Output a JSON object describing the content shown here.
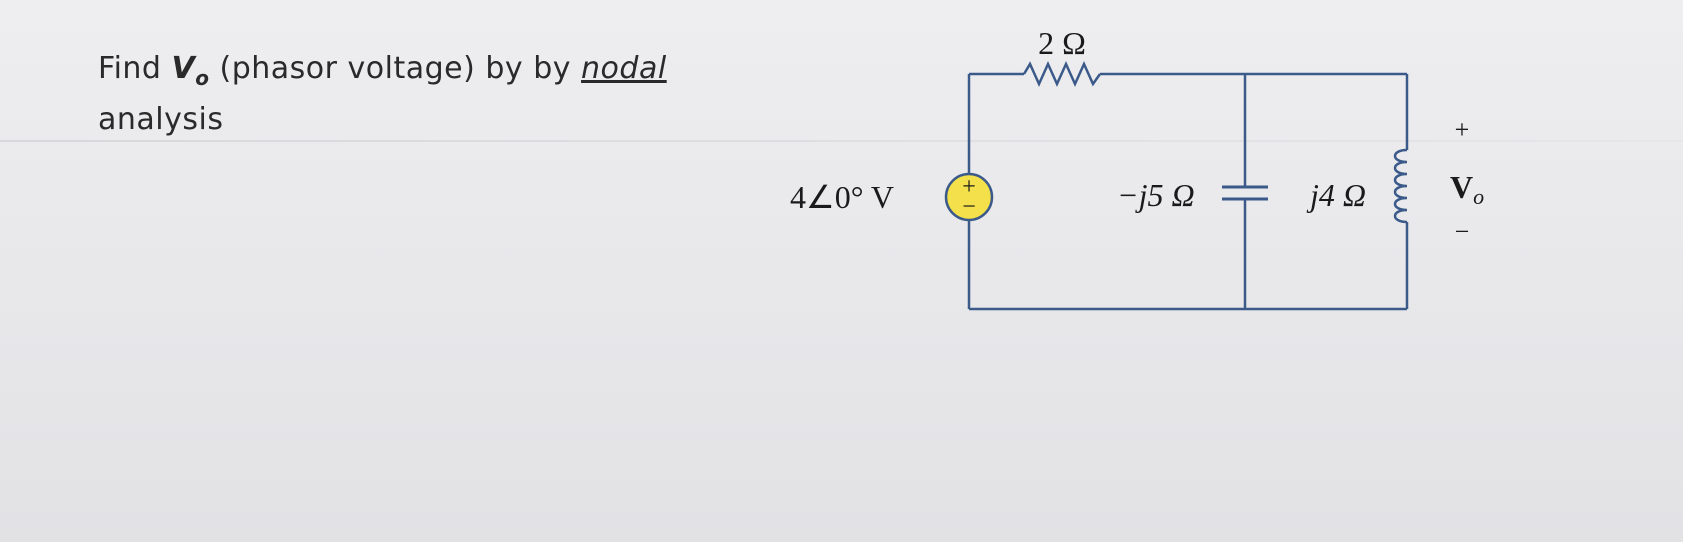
{
  "question": {
    "find": "Find",
    "variable": "V",
    "variable_sub": "o",
    "middle": "(phasor voltage) by by",
    "method": "nodal",
    "end": "analysis"
  },
  "circuit": {
    "resistor_label": "2 Ω",
    "source_label": "4∠0° V",
    "source_plus": "+",
    "source_minus": "−",
    "capacitor_label": "−j5 Ω",
    "inductor_label": "j4 Ω",
    "output_plus": "+",
    "output_minus": "−",
    "output_var": "V",
    "output_sub": "o",
    "wire_color": "#3b5a8a",
    "source_fill": "#f4e04a"
  }
}
